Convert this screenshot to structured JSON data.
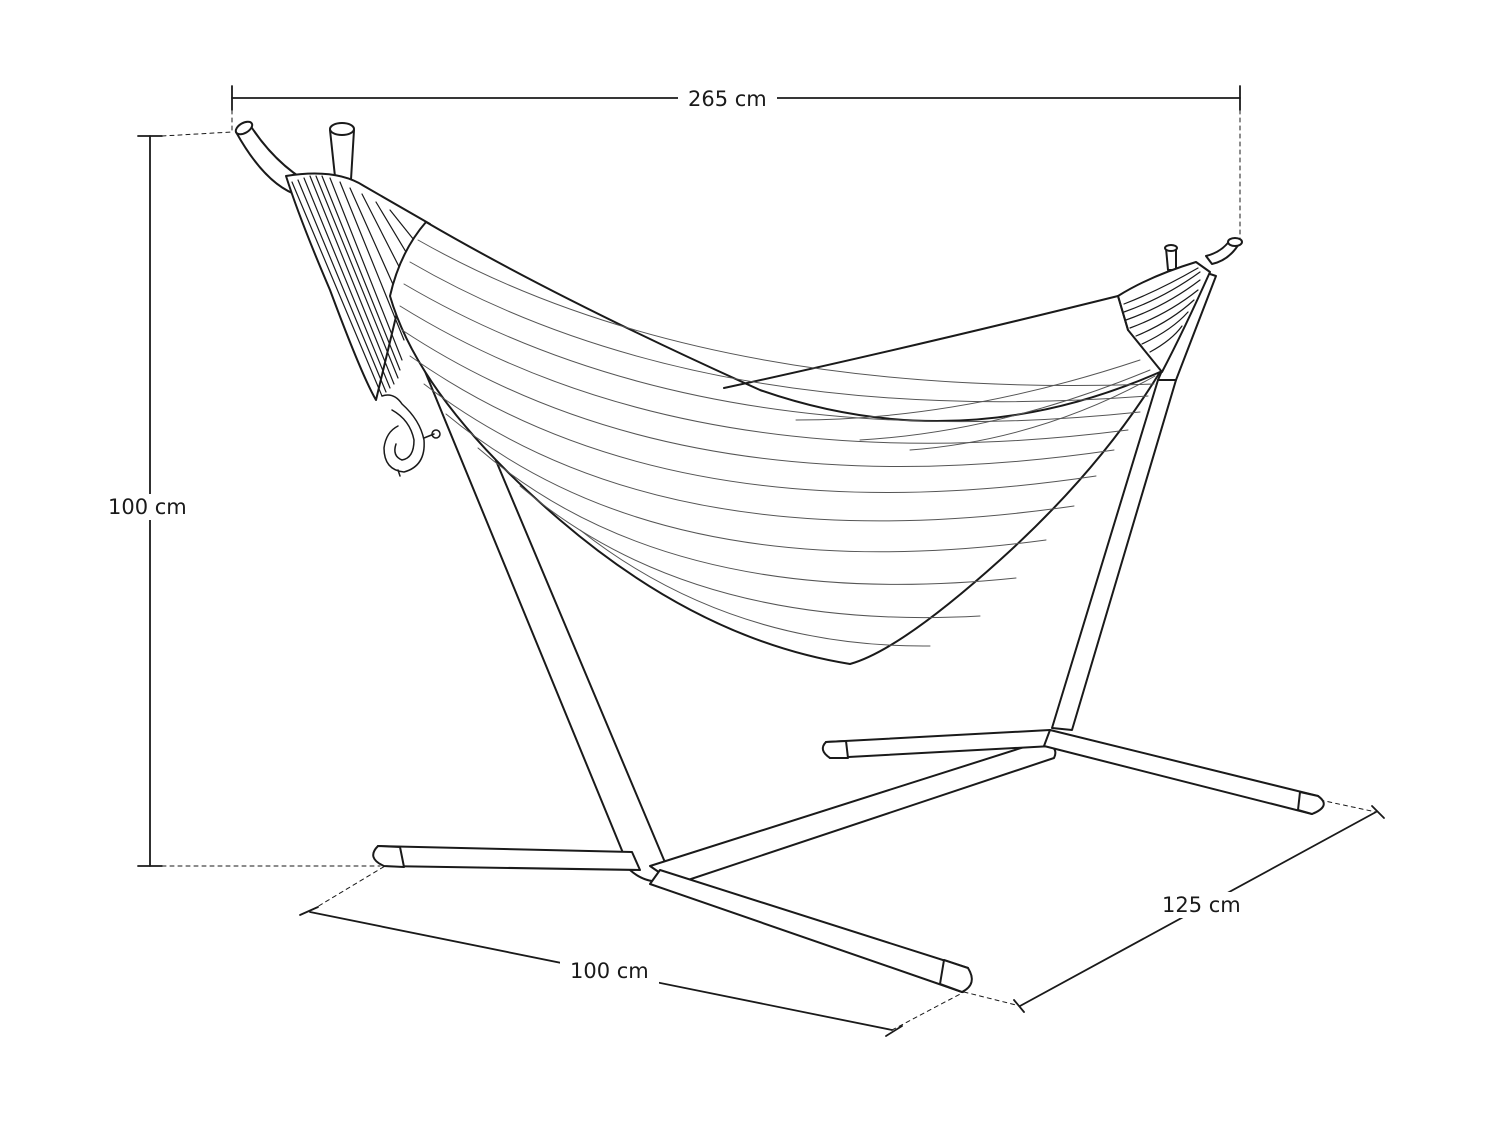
{
  "dimensions": {
    "overall_width": "265 cm",
    "height": "100 cm",
    "base_depth": "100 cm",
    "base_length": "125 cm"
  },
  "colors": {
    "line": "#1a1a1a",
    "fabric_stripe": "#555555",
    "background": "#ffffff"
  }
}
